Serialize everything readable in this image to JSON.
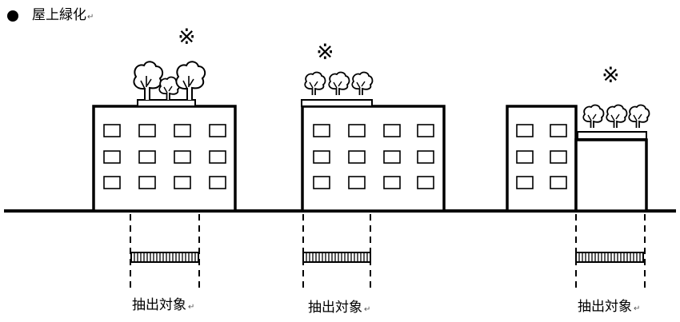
{
  "title": {
    "text": "屋上緑化",
    "return_mark": "↵"
  },
  "buildings": [
    {
      "name": "building-1",
      "mark": "※",
      "caption": "抽出対象",
      "return_mark": "↵"
    },
    {
      "name": "building-2",
      "mark": "※",
      "caption": "抽出対象",
      "return_mark": "↵"
    },
    {
      "name": "building-3",
      "mark": "※",
      "caption": "抽出対象",
      "return_mark": "↵"
    }
  ]
}
